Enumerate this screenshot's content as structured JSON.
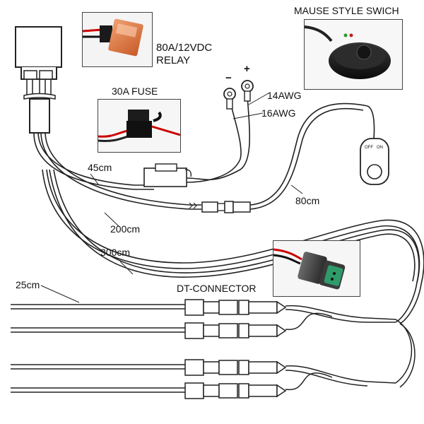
{
  "labels": {
    "relay": [
      "80A/12VDC",
      "RELAY"
    ],
    "switch_title": "MAUSE STYLE SWICH",
    "fuse": "30A FUSE",
    "minus": "−",
    "plus": "+",
    "awg14": "14AWG",
    "awg16": "16AWG",
    "len_45": "45cm",
    "len_80": "80cm",
    "len_200": "200cm",
    "len_300": "300cm",
    "len_25": "25cm",
    "dt_connector": "DT-CONNECTOR",
    "switch_marks": {
      "off": "OFF",
      "on": "ON"
    }
  }
}
